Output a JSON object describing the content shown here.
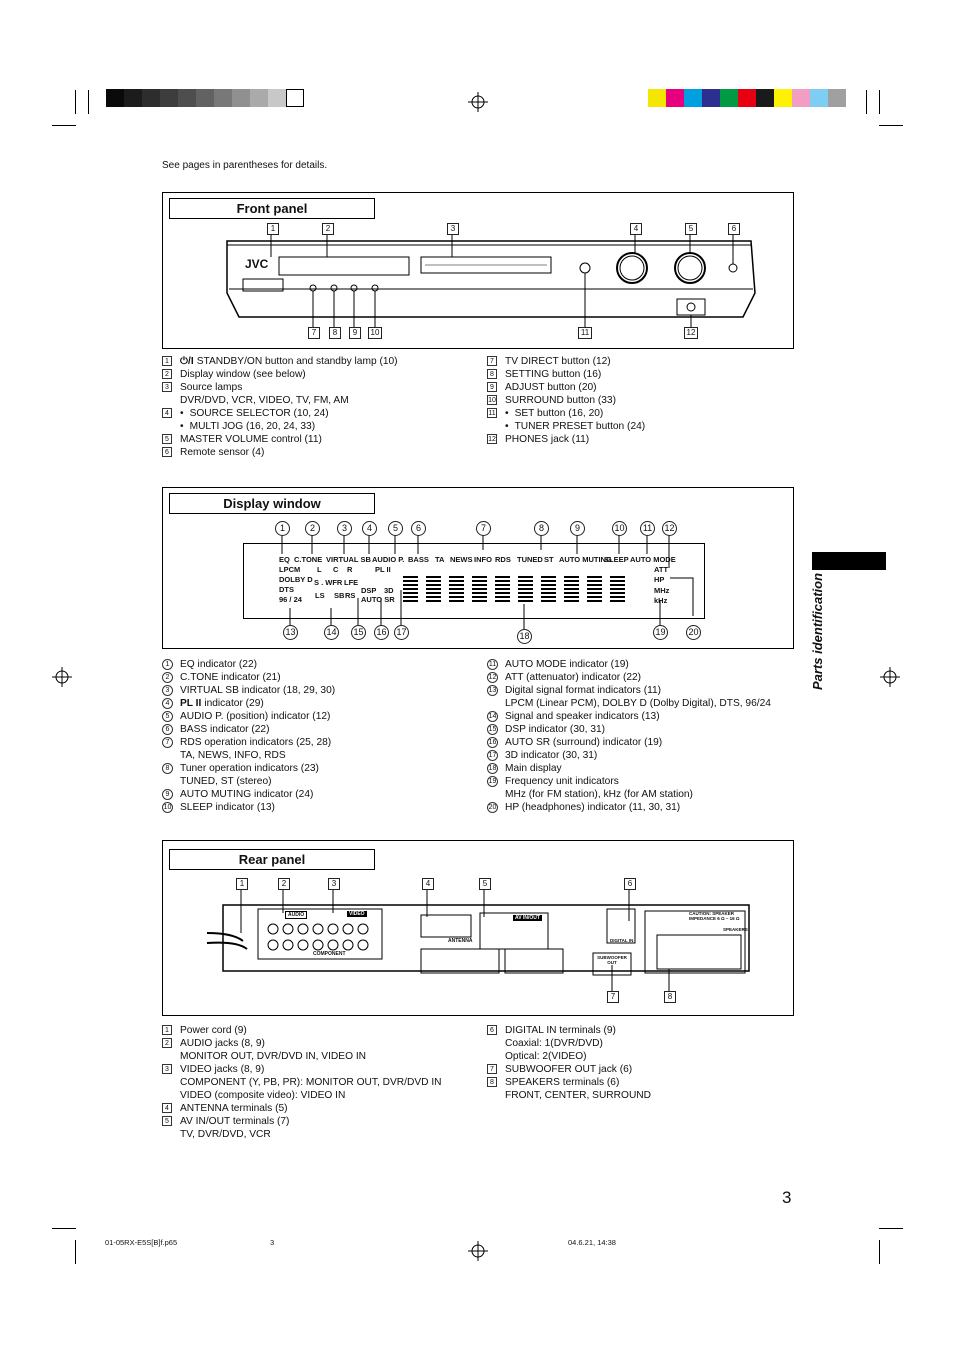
{
  "colors": {
    "left_bar": [
      "#0a0a0a",
      "#1c1c1c",
      "#2d2d2d",
      "#3d3d3d",
      "#4e4e4e",
      "#626262",
      "#787878",
      "#909090",
      "#aaaaaa",
      "#c8c8c8",
      "#ffffff"
    ],
    "right_bar": [
      "#f5e600",
      "#e6007e",
      "#00a0e0",
      "#2b2f8f",
      "#009944",
      "#e60012",
      "#1a1a1a",
      "#fff200",
      "#f19ec2",
      "#7ecef4",
      "#a0a0a0"
    ]
  },
  "note": "See pages in parentheses for details.",
  "front": {
    "title": "Front panel",
    "callouts_top": [
      "1",
      "2",
      "3",
      "4",
      "5",
      "6"
    ],
    "callouts_bottom": [
      "7",
      "8",
      "9",
      "10",
      "11",
      "12"
    ],
    "brand": "JVC",
    "left": [
      {
        "n": "1",
        "t": "STANDBY/ON button and standby lamp (10)",
        "icon": "⏻/I"
      },
      {
        "n": "2",
        "t": "Display window (see below)"
      },
      {
        "n": "3",
        "t": "Source lamps"
      },
      {
        "indent": true,
        "t": "DVR/DVD, VCR, VIDEO, TV, FM, AM"
      },
      {
        "n": "4",
        "t": "SOURCE SELECTOR (10, 24)",
        "bullet": true
      },
      {
        "indent": true,
        "t": "MULTI JOG (16, 20, 24, 33)",
        "bullet": true
      },
      {
        "n": "5",
        "t": "MASTER VOLUME control (11)"
      },
      {
        "n": "6",
        "t": "Remote sensor (4)"
      }
    ],
    "right": [
      {
        "n": "7",
        "t": "TV DIRECT button (12)"
      },
      {
        "n": "8",
        "t": "SETTING button (16)"
      },
      {
        "n": "9",
        "t": "ADJUST button (20)"
      },
      {
        "n": "10",
        "t": "SURROUND button (33)"
      },
      {
        "n": "11",
        "t": "SET button (16, 20)",
        "bullet": true
      },
      {
        "indent": true,
        "t": "TUNER PRESET button (24)",
        "bullet": true
      },
      {
        "n": "12",
        "t": "PHONES jack (11)"
      }
    ]
  },
  "display": {
    "title": "Display window",
    "callouts_top": [
      "1",
      "2",
      "3",
      "4",
      "5",
      "6",
      "7",
      "8",
      "9",
      "10",
      "11",
      "12"
    ],
    "callouts_bottom": [
      "13",
      "14",
      "15",
      "16",
      "17",
      "18",
      "19",
      "20"
    ],
    "labels": [
      "EQ",
      "C.TONE",
      "VIRTUAL SB",
      "AUDIO P.",
      "BASS",
      "TA",
      "NEWS",
      "INFO",
      "RDS",
      "TUNED",
      "ST",
      "AUTO MUTING",
      "SLEEP",
      "AUTO MODE",
      "ATT",
      "HP",
      "LPCM",
      "DOLBY D",
      "DTS",
      "96 / 24",
      "L",
      "C",
      "R",
      "S . WFR",
      "LFE",
      "LS",
      "SB",
      "RS",
      "DSP",
      "3D",
      "AUTO SR",
      "MHz",
      "kHz",
      "PL II"
    ],
    "left": [
      {
        "n": "1",
        "t": "EQ indicator (22)"
      },
      {
        "n": "2",
        "t": "C.TONE indicator (21)"
      },
      {
        "n": "3",
        "t": "VIRTUAL SB indicator (18, 29, 30)"
      },
      {
        "n": "4",
        "t": "indicator (29)",
        "icon": "PL II"
      },
      {
        "n": "5",
        "t": "AUDIO P. (position) indicator (12)"
      },
      {
        "n": "6",
        "t": "BASS indicator (22)"
      },
      {
        "n": "7",
        "t": "RDS operation indicators (25, 28)"
      },
      {
        "indent": true,
        "t": "TA, NEWS, INFO, RDS"
      },
      {
        "n": "8",
        "t": "Tuner operation indicators (23)"
      },
      {
        "indent": true,
        "t": "TUNED, ST (stereo)"
      },
      {
        "n": "9",
        "t": "AUTO MUTING indicator (24)"
      },
      {
        "n": "10",
        "t": "SLEEP indicator (13)"
      }
    ],
    "right": [
      {
        "n": "11",
        "t": "AUTO MODE indicator (19)"
      },
      {
        "n": "12",
        "t": "ATT (attenuator) indicator (22)"
      },
      {
        "n": "13",
        "t": "Digital signal format indicators (11)"
      },
      {
        "indent": true,
        "t": "LPCM (Linear PCM), DOLBY D (Dolby Digital), DTS, 96/24"
      },
      {
        "n": "14",
        "t": "Signal and speaker indicators (13)"
      },
      {
        "n": "15",
        "t": "DSP indicator (30, 31)"
      },
      {
        "n": "16",
        "t": "AUTO SR (surround) indicator (19)"
      },
      {
        "n": "17",
        "t": "3D indicator (30, 31)"
      },
      {
        "n": "18",
        "t": "Main display"
      },
      {
        "n": "19",
        "t": "Frequency unit indicators"
      },
      {
        "indent": true,
        "t": "MHz (for FM station), kHz (for AM station)"
      },
      {
        "n": "20",
        "t": "HP (headphones) indicator (11, 30, 31)"
      }
    ]
  },
  "rear": {
    "title": "Rear panel",
    "callouts_top": [
      "1",
      "2",
      "3",
      "4",
      "5",
      "6"
    ],
    "callouts_bottom": [
      "7",
      "8"
    ],
    "labels": [
      "AUDIO",
      "VIDEO",
      "COMPONENT",
      "ANTENNA",
      "AV IN/OUT",
      "DIGITAL IN",
      "SUBWOOFER OUT",
      "SPEAKERS",
      "CAUTION: SPEAKER IMPEDANCE 6 Ω – 16 Ω"
    ],
    "left": [
      {
        "n": "1",
        "t": "Power cord (9)"
      },
      {
        "n": "2",
        "t": "AUDIO jacks (8, 9)"
      },
      {
        "indent": true,
        "t": "MONITOR OUT, DVR/DVD IN, VIDEO IN"
      },
      {
        "n": "3",
        "t": "VIDEO jacks (8, 9)"
      },
      {
        "indent": true,
        "t": "COMPONENT (Y, PB, PR): MONITOR OUT, DVR/DVD IN"
      },
      {
        "indent": true,
        "t": "VIDEO (composite video): VIDEO IN"
      },
      {
        "n": "4",
        "t": "ANTENNA terminals (5)"
      },
      {
        "n": "5",
        "t": "AV IN/OUT terminals (7)"
      },
      {
        "indent": true,
        "t": "TV, DVR/DVD, VCR"
      }
    ],
    "right": [
      {
        "n": "6",
        "t": "DIGITAL IN terminals (9)"
      },
      {
        "indent": true,
        "t": "Coaxial: 1(DVR/DVD)"
      },
      {
        "indent": true,
        "t": "Optical: 2(VIDEO)"
      },
      {
        "n": "7",
        "t": "SUBWOOFER OUT jack (6)"
      },
      {
        "n": "8",
        "t": "SPEAKERS terminals (6)"
      },
      {
        "indent": true,
        "t": "FRONT, CENTER, SURROUND"
      }
    ]
  },
  "side_label": "Parts identification",
  "page_number": "3",
  "footer": {
    "file": "01-05RX-E5S[B]f.p65",
    "page": "3",
    "date": "04.6.21, 14:38"
  }
}
